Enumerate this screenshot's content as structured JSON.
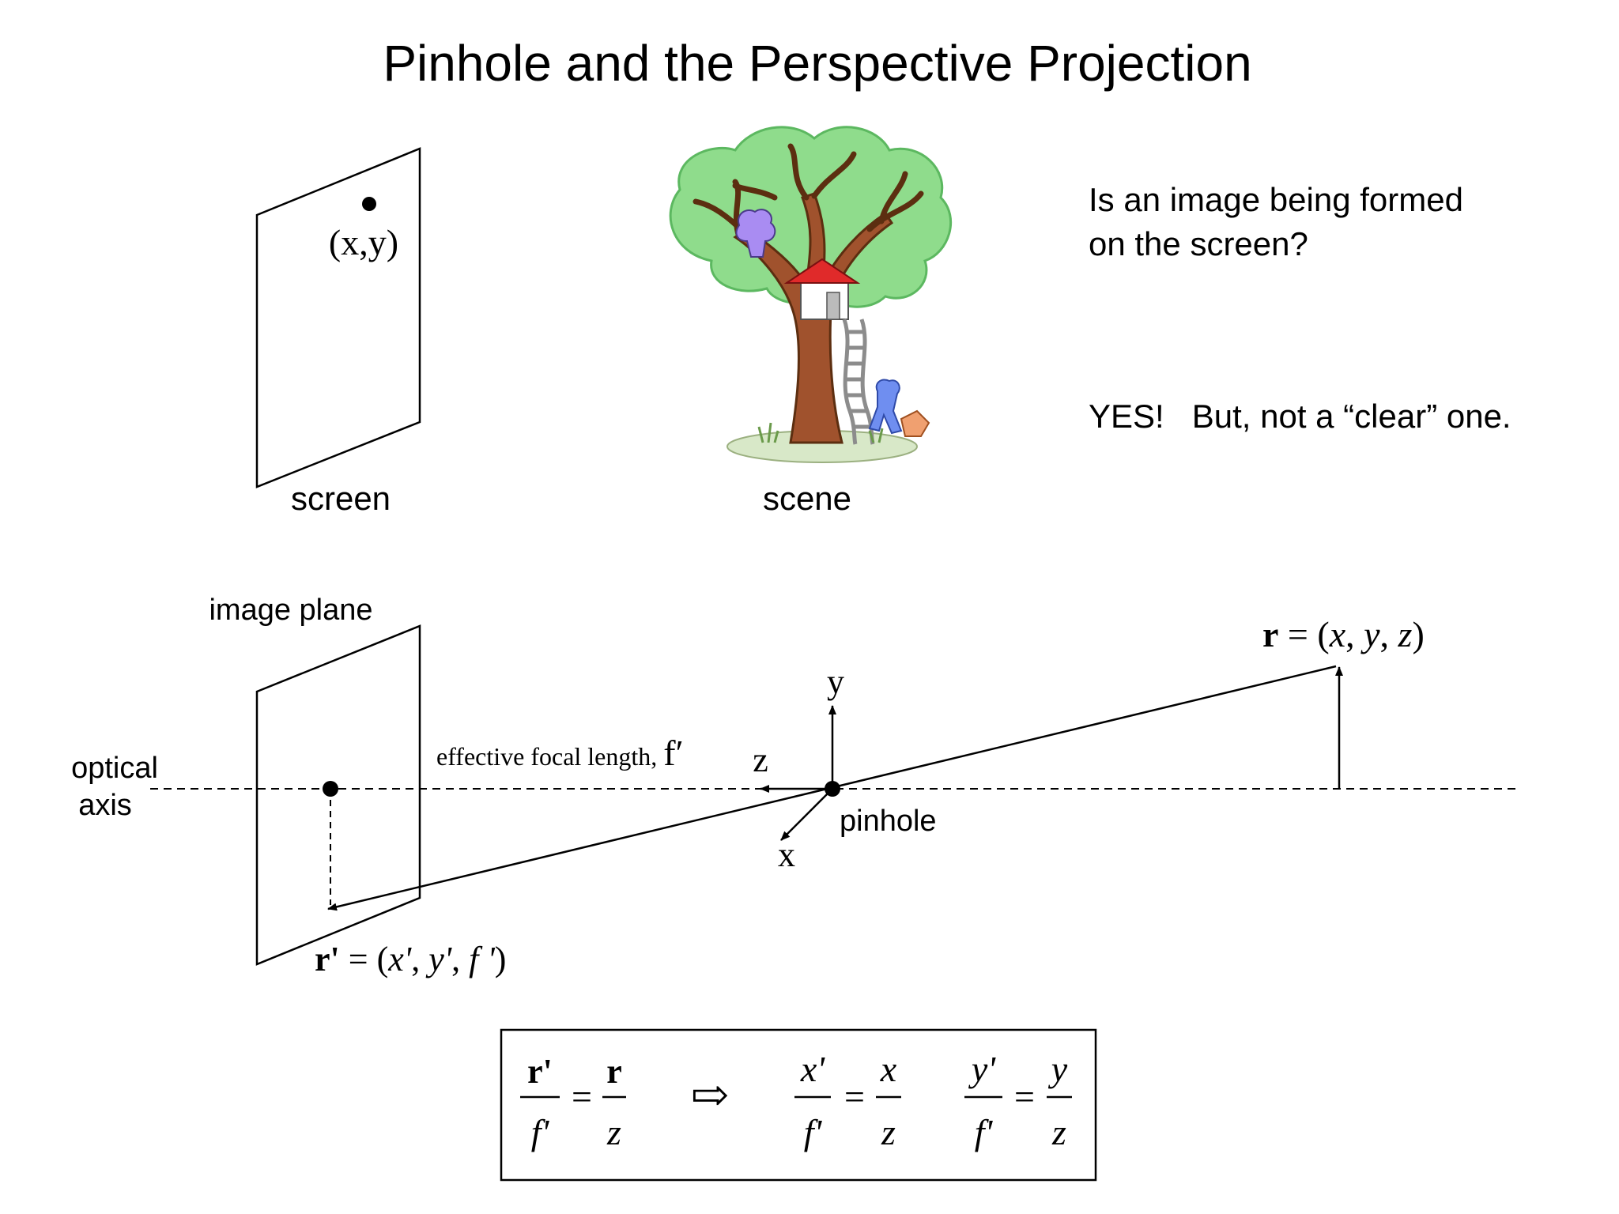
{
  "slide": {
    "title": "Pinhole and the Perspective Projection",
    "top": {
      "screen_label": "screen",
      "screen_point_label": "(x,y)",
      "scene_label": "scene",
      "question_line1": "Is an image being formed",
      "question_line2": "on the screen?",
      "answer": "YES!   But, not a “clear” one."
    },
    "diagram": {
      "image_plane_label": "image plane",
      "optical_axis_label_line1": "optical",
      "optical_axis_label_line2": "axis",
      "focal_length_label": "effective focal length, ",
      "focal_length_symbol": "f′",
      "z_axis_label": "z",
      "y_axis_label": "y",
      "x_axis_label": "x",
      "pinhole_label": "pinhole",
      "object_point": {
        "bold": "r",
        "eq": " = (",
        "x": "x",
        "c1": ", ",
        "y": "y",
        "c2": ", ",
        "z": "z",
        "close": ")"
      },
      "image_point": {
        "bold": "r'",
        "eq": " = (",
        "x": "x'",
        "c1": ", ",
        "y": "y'",
        "c2": ", ",
        "f": "f '",
        "close": ")"
      }
    },
    "equation": {
      "lhs_num": "r'",
      "lhs_den": "f'",
      "rhs_num": "r",
      "rhs_den": "z",
      "equals": "=",
      "implies": "⇨",
      "x_lhs_num": "x'",
      "x_lhs_den": "f'",
      "x_rhs_num": "x",
      "x_rhs_den": "z",
      "y_lhs_num": "y'",
      "y_lhs_den": "f'",
      "y_rhs_num": "y",
      "y_rhs_den": "z"
    },
    "colors": {
      "foliage": "#8fdc8c",
      "foliage_edge": "#5cb860",
      "trunk": "#a0522d",
      "trunk_edge": "#5c2e10",
      "roof": "#e02a2a",
      "ladder": "#8c8c8c",
      "ground": "#d8e8c8",
      "figure_purple": "#a98cf2",
      "figure_blue": "#6f8ef0"
    }
  }
}
